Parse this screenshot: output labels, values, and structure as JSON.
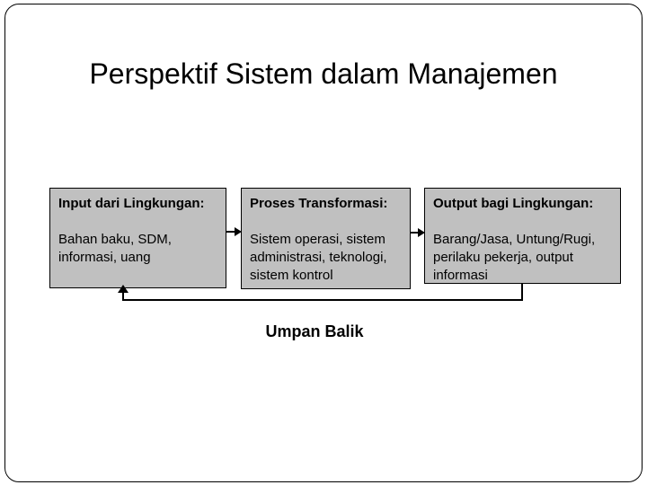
{
  "slide": {
    "title": "Perspektif Sistem dalam Manajemen",
    "feedback_label": "Umpan Balik"
  },
  "diagram": {
    "boxes": [
      {
        "id": "input",
        "heading": "Input dari Lingkungan:",
        "body": "Bahan baku, SDM, informasi, uang"
      },
      {
        "id": "process",
        "heading": "Proses Transformasi:",
        "body": "Sistem operasi, sistem administrasi, teknologi, sistem kontrol"
      },
      {
        "id": "output",
        "heading": "Output bagi Lingkungan:",
        "body": "Barang/Jasa, Untung/Rugi, perilaku pekerja, output informasi"
      }
    ],
    "connections": [
      {
        "from": "input",
        "to": "process",
        "type": "arrow-right"
      },
      {
        "from": "process",
        "to": "output",
        "type": "arrow-right"
      },
      {
        "from": "output",
        "to": "input",
        "type": "feedback-loop",
        "label": "Umpan Balik"
      }
    ],
    "colors": {
      "background": "#ffffff",
      "box_fill": "#c0c0c0",
      "box_border": "#000000",
      "line": "#000000",
      "text": "#000000"
    }
  }
}
